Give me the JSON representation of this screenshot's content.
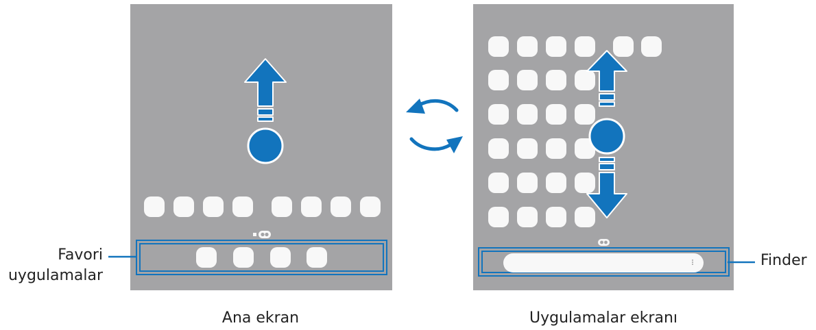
{
  "labels": {
    "favorites_line1": "Favori",
    "favorites_line2": "uygulamalar",
    "finder": "Finder"
  },
  "captions": {
    "home": "Ana ekran",
    "apps": "Uygulamalar ekranı"
  },
  "colors": {
    "screen": "#a4a4a6",
    "icon": "#f8f8f8",
    "accent": "#1274bd"
  },
  "icons": [
    "arrow-up-icon",
    "arrow-down-icon",
    "touch-point-icon",
    "rotate-arrows-icon",
    "more-icon",
    "page-indicator-icon"
  ]
}
